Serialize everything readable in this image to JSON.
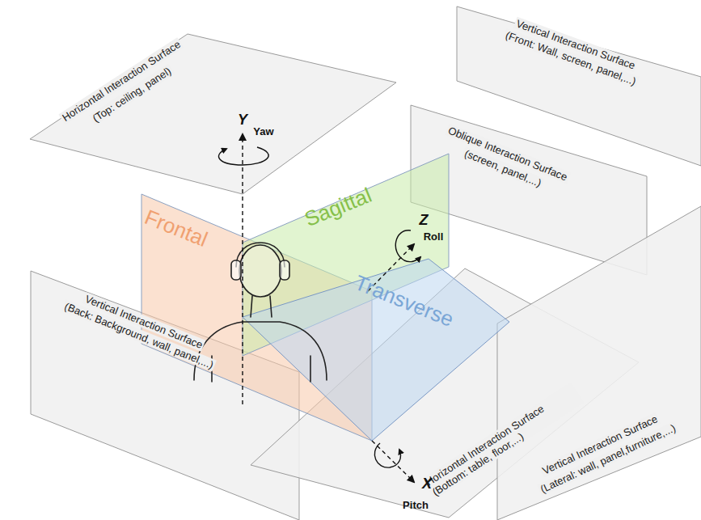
{
  "diagram": {
    "nodes": [
      {
        "text": [
          "Horizontal Interaction Surface",
          "(Top: ceiling, panel)"
        ]
      },
      {
        "text": [
          "Vertical Interaction Surface",
          "(Front: Wall, screen, panel,...)"
        ]
      },
      {
        "text": [
          "Oblique Interaction Surface",
          "(screen, panel,...)"
        ]
      },
      {
        "text": [
          "Frontal"
        ]
      },
      {
        "text": [
          "Sagittal"
        ]
      },
      {
        "text": [
          "Transverse"
        ]
      },
      {
        "text": [
          "Vertical Interaction Surface",
          "(Back: Background, wall, panel,...)"
        ]
      },
      {
        "text": [
          "Horizontal Interaction Surface (Bottom: table, floor,...)"
        ]
      },
      {
        "text": [
          "Vertical Interaction Surface",
          "(Lateral: wall, panel,furniture,...)"
        ]
      }
    ],
    "labels": [
      "Y",
      "Yaw",
      "Z",
      "Roll",
      "X",
      "Pitch"
    ]
  }
}
